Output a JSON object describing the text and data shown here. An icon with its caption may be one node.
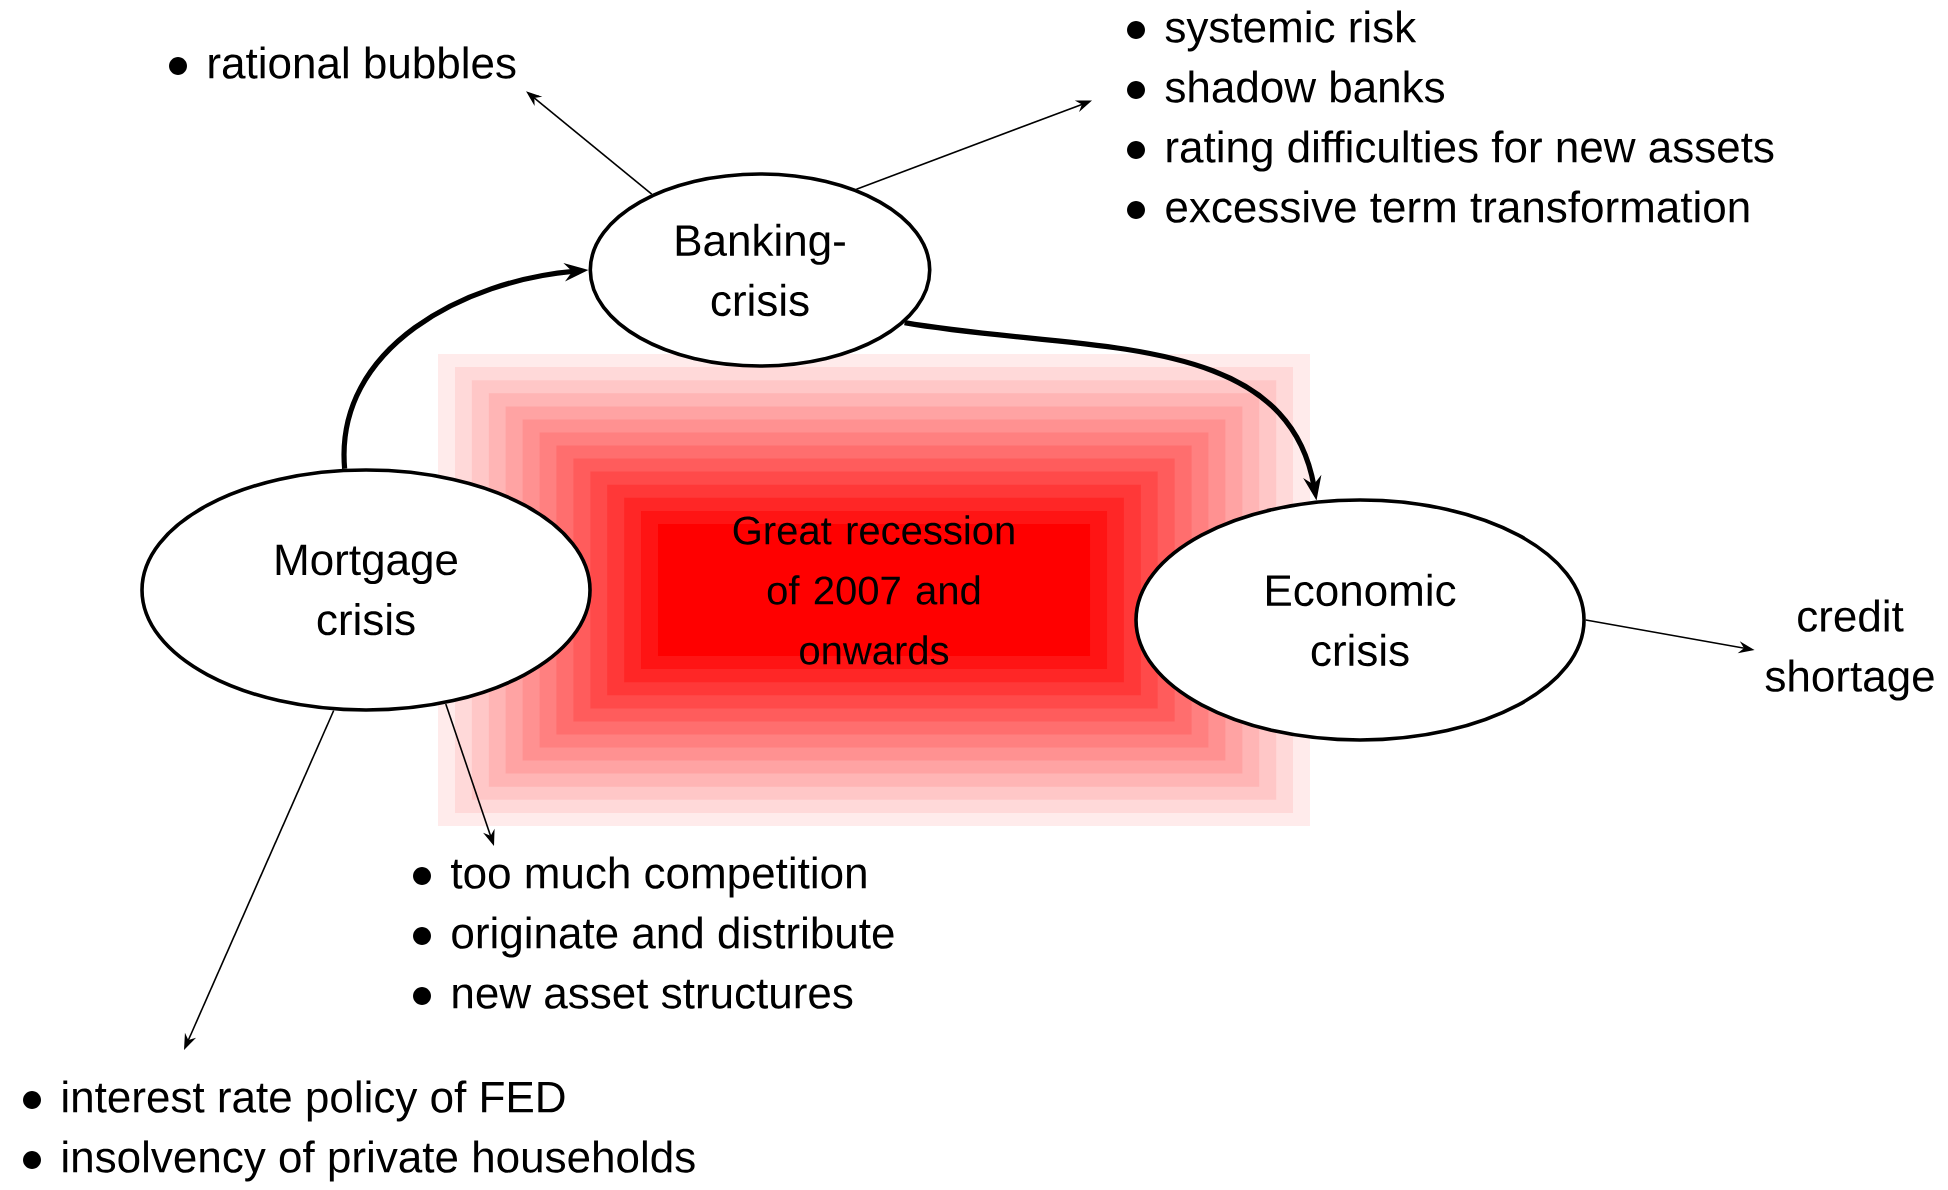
{
  "diagram": {
    "nodes": [
      {
        "text": [
          "Banking- crisis"
        ]
      },
      {
        "text": [
          "Mortgage crisis"
        ]
      },
      {
        "text": [
          "Economic crisis"
        ]
      },
      {
        "text": [
          "Great recession of 2007 and onwards"
        ]
      },
      {
        "text": [
          "rational bubbles"
        ]
      },
      {
        "text": [
          "systemic risk",
          "shadow banks",
          "rating difficulties for new assets",
          "excessive term transformation"
        ]
      },
      {
        "text": [
          "credit shortage"
        ]
      },
      {
        "text": [
          "too much competition",
          "originate and distribute",
          "new asset structures"
        ]
      },
      {
        "text": [
          "interest rate policy of FED",
          "insolvency of private households"
        ]
      }
    ],
    "edges": [
      {
        "from": 1,
        "to": 0,
        "arrow": "to",
        "style": "thick"
      },
      {
        "from": 0,
        "to": 2,
        "arrow": "to",
        "style": "thick"
      },
      {
        "from": 0,
        "to": 4,
        "arrow": "to"
      },
      {
        "from": 0,
        "to": 5,
        "arrow": "to"
      },
      {
        "from": 2,
        "to": 6,
        "arrow": "to"
      },
      {
        "from": 1,
        "to": 7,
        "arrow": "to"
      },
      {
        "from": 1,
        "to": 8,
        "arrow": "to"
      }
    ]
  }
}
